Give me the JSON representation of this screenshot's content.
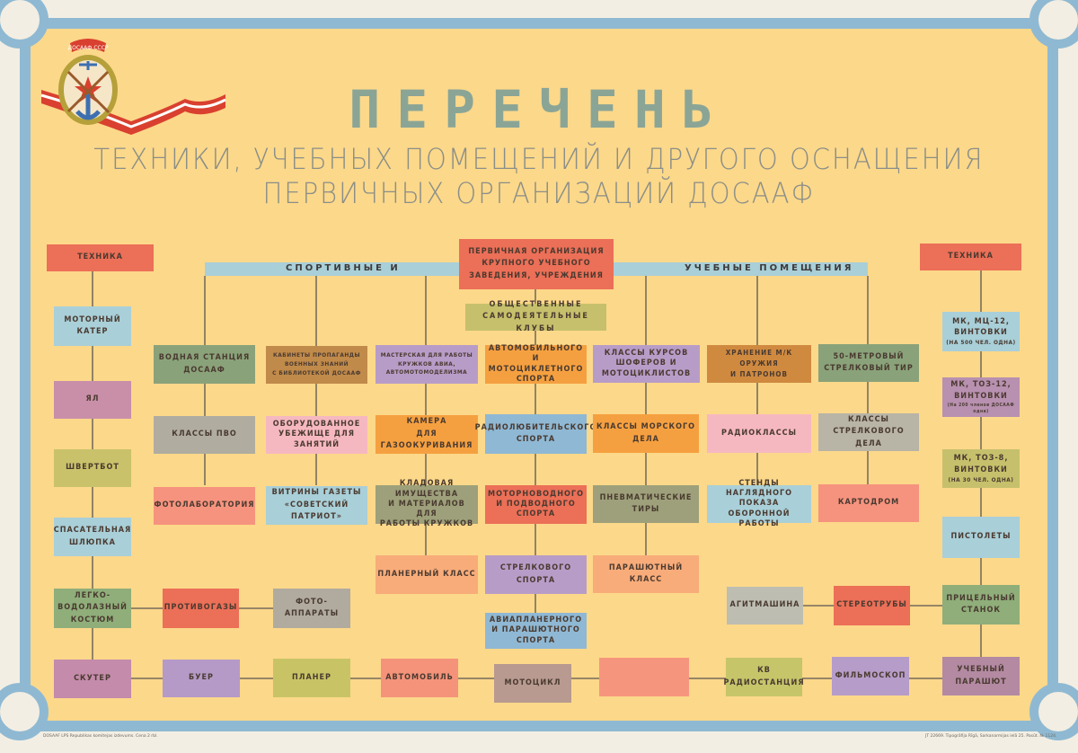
{
  "poster": {
    "logo_text": "ДОСААФ СССР",
    "title": "ПЕРЕЧЕНЬ",
    "subtitle_line1": "ТЕХНИКИ, УЧЕБНЫХ ПОМЕЩЕНИЙ И ДРУГОГО ОСНАЩЕНИЯ",
    "subtitle_line2": "ПЕРВИЧНЫХ ОРГАНИЗАЦИЙ ДОСААФ",
    "footer_left": "DOSAAF LPS Republikas komitejas izdevums. Cena 2 rbl.",
    "footer_right": "JT 22669. Tipogrāfija Rīgā, Sarkanarmijas ielā 25. Pasūt. № 1124."
  },
  "center": {
    "org": "ПЕРВИЧНАЯ ОРГАНИЗАЦИЯ\nКРУПНОГО УЧЕБНОГО\nЗАВЕДЕНИЯ, УЧРЕЖДЕНИЯ",
    "bar_left": "СПОРТИВНЫЕ И",
    "bar_right": "УЧЕБНЫЕ ПОМЕЩЕНИЯ",
    "clubs": "ОБЩЕСТВЕННЫЕ\nСАМОДЕЯТЕЛЬНЫЕ КЛУБЫ"
  },
  "left_tech": {
    "header": "ТЕХНИКА",
    "items": [
      "МОТОРНЫЙ\nКАТЕР",
      "ЯЛ",
      "ШВЕРТБОТ",
      "СПАСАТЕЛЬНАЯ\nШЛЮПКА",
      "ЛЕГКО-\nВОДОЛАЗНЫЙ\nКОСТЮМ",
      "СКУТЕР"
    ]
  },
  "right_tech": {
    "header": "ТЕХНИКА",
    "items": [
      "МК, МЦ-12,\nВИНТОВКИ",
      "МК, ТОЗ-12,\nВИНТОВКИ",
      "МК, ТОЗ-8,\nВИНТОВКИ",
      "ПИСТОЛЕТЫ",
      "ПРИЦЕЛЬНЫЙ\nСТАНОК",
      "УЧЕБНЫЙ\nПАРАШЮТ"
    ],
    "notes": [
      "(НА 500 ЧЕЛ. ОДНА)",
      "(На 200 членов ДОСААФ одна)",
      "(НА 30 ЧЕЛ. ОДНА)"
    ]
  },
  "columns": [
    [
      "ВОДНАЯ СТАНЦИЯ\nДОСААФ",
      "КЛАССЫ ПВО",
      "ФОТОЛАБОРАТОРИЯ"
    ],
    [
      "КАБИНЕТЫ ПРОПАГАНДЫ\nВОЕННЫХ ЗНАНИЙ\nС БИБЛИОТЕКОЙ ДОСААФ",
      "ОБОРУДОВАННОЕ\nУБЕЖИЩЕ ДЛЯ\nЗАНЯТИЙ",
      "ВИТРИНЫ ГАЗЕТЫ\n«СОВЕТСКИЙ ПАТРИОТ»"
    ],
    [
      "МАСТЕРСКАЯ ДЛЯ РАБОТЫ\nКРУЖКОВ АВИА,\nАВТОМОТОМОДЕЛИЗМА",
      "КАМЕРА\nДЛЯ ГАЗООКУРИВАНИЯ",
      "КЛАДОВАЯ ИМУЩЕСТВА\nИ МАТЕРИАЛОВ ДЛЯ\nРАБОТЫ КРУЖКОВ",
      "ПЛАНЕРНЫЙ КЛАСС"
    ],
    [
      "АВТОМОБИЛЬНОГО\nИ МОТОЦИКЛЕТНОГО\nСПОРТА",
      "РАДИОЛЮБИТЕЛЬСКОГО\nСПОРТА",
      "МОТОРНОВОДНОГО\nИ ПОДВОДНОГО\nСПОРТА",
      "СТРЕЛКОВОГО\nСПОРТА",
      "АВИАПЛАНЕРНОГО\nИ ПАРАШЮТНОГО\nСПОРТА"
    ],
    [
      "КЛАССЫ КУРСОВ\nШОФЕРОВ И\nМОТОЦИКЛИСТОВ",
      "КЛАССЫ МОРСКОГО\nДЕЛА",
      "ПНЕВМАТИЧЕСКИЕ\nТИРЫ",
      "ПАРАШЮТНЫЙ\nКЛАСС"
    ],
    [
      "ХРАНЕНИЕ М/К ОРУЖИЯ\nИ ПАТРОНОВ",
      "РАДИОКЛАССЫ",
      "СТЕНДЫ\nНАГЛЯДНОГО ПОКАЗА\nОБОРОННОЙ РАБОТЫ"
    ],
    [
      "50-МЕТРОВЫЙ\nСТРЕЛКОВЫЙ ТИР",
      "КЛАССЫ\nСТРЕЛКОВОГО ДЕЛА",
      "КАРТОДРОМ"
    ]
  ],
  "bottom": {
    "row_left": [
      "ПРОТИВОГАЗЫ",
      "ФОТО-\nАППАРАТЫ"
    ],
    "row_right": [
      "АГИТМАШИНА",
      "СТЕРЕОТРУБЫ"
    ],
    "chain": [
      "БУЕР",
      "ПЛАНЕР",
      "АВТОМОБИЛЬ",
      "МОТОЦИКЛ",
      "",
      "КВ\nРАДИОСТАНЦИЯ",
      "ФИЛЬМОСКОП"
    ]
  },
  "colors": {
    "frame": "#8fb9d2",
    "background": "#fcd88a",
    "red": "#ec6f57",
    "light_blue": "#a9cfd8",
    "title": "#8aa596"
  }
}
